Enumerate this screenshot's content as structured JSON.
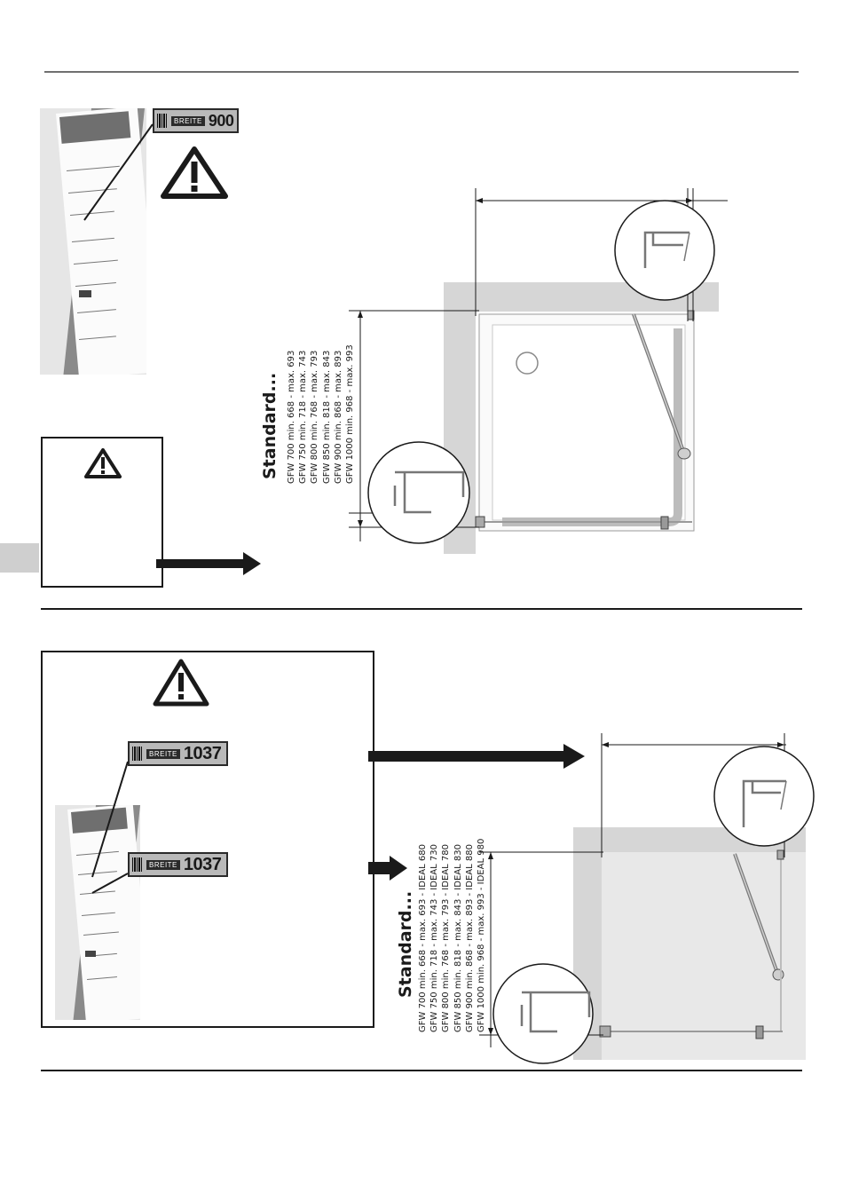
{
  "top_section": {
    "width_tag": {
      "label": "BREITE",
      "value": "900"
    },
    "standard": {
      "title": "Standard...",
      "rows": [
        "GFW  700  min. 668 - max. 693",
        "GFW  750  min. 718 - max. 743",
        "GFW  800  min. 768 - max. 793",
        "GFW  850  min. 818 - max. 843",
        "GFW  900  min. 868 - max. 893",
        "GFW 1000  min. 968 - max. 993"
      ]
    }
  },
  "bottom_section": {
    "width_tag_1": {
      "label": "BREITE",
      "value": "1037"
    },
    "width_tag_2": {
      "label": "BREITE",
      "value": "1037"
    },
    "standard": {
      "title": "Standard...",
      "rows": [
        "GFW   700  min. 668 - max. 693 - IDEAL 680",
        "GFW   750  min. 718 - max. 743 - IDEAL 730",
        "GFW   800  min. 768 - max. 793 - IDEAL 780",
        "GFW   850  min. 818 - max. 843 - IDEAL 830",
        "GFW   900  min. 868 - max. 893 - IDEAL 880",
        "GFW 1000  min. 968 - max. 993 - IDEAL 980"
      ]
    }
  },
  "icons": {
    "warning": "warning-triangle-icon",
    "arrow": "arrow-right-icon",
    "package": "package-label-photo",
    "detail": "profile-detail-magnifier"
  },
  "colors": {
    "ink": "#1a1a1a",
    "wall": "#d4d4d4",
    "tab": "#cfcfcf"
  }
}
